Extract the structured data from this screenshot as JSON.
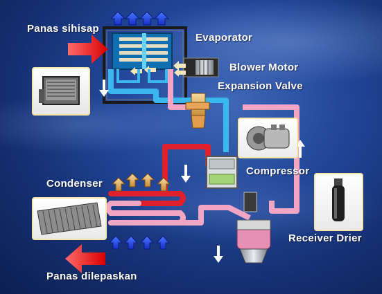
{
  "labels": {
    "heat_absorbed": "Panas sihisap",
    "evaporator": "Evaporator",
    "blower_motor": "Blower Motor",
    "expansion_valve": "Expansion Valve",
    "compressor": "Compressor",
    "condenser": "Condenser",
    "receiver_drier": "Receiver Drier",
    "heat_released": "Panas dilepaskan"
  },
  "colors": {
    "low_pressure_line": "#39b7ee",
    "high_pressure_line": "#e0202a",
    "liquid_line": "#f3a6c4",
    "heat_arrow": "#ff2020",
    "airflow_in_arrow": "#1f3fd8",
    "airflow_out_arrow": "#e9c17a",
    "photo_frame": "#f3e6a6"
  },
  "icons": [
    "evaporator-photo",
    "compressor-photo",
    "condenser-photo",
    "receiver-drier-photo",
    "blower-fan-icon"
  ]
}
